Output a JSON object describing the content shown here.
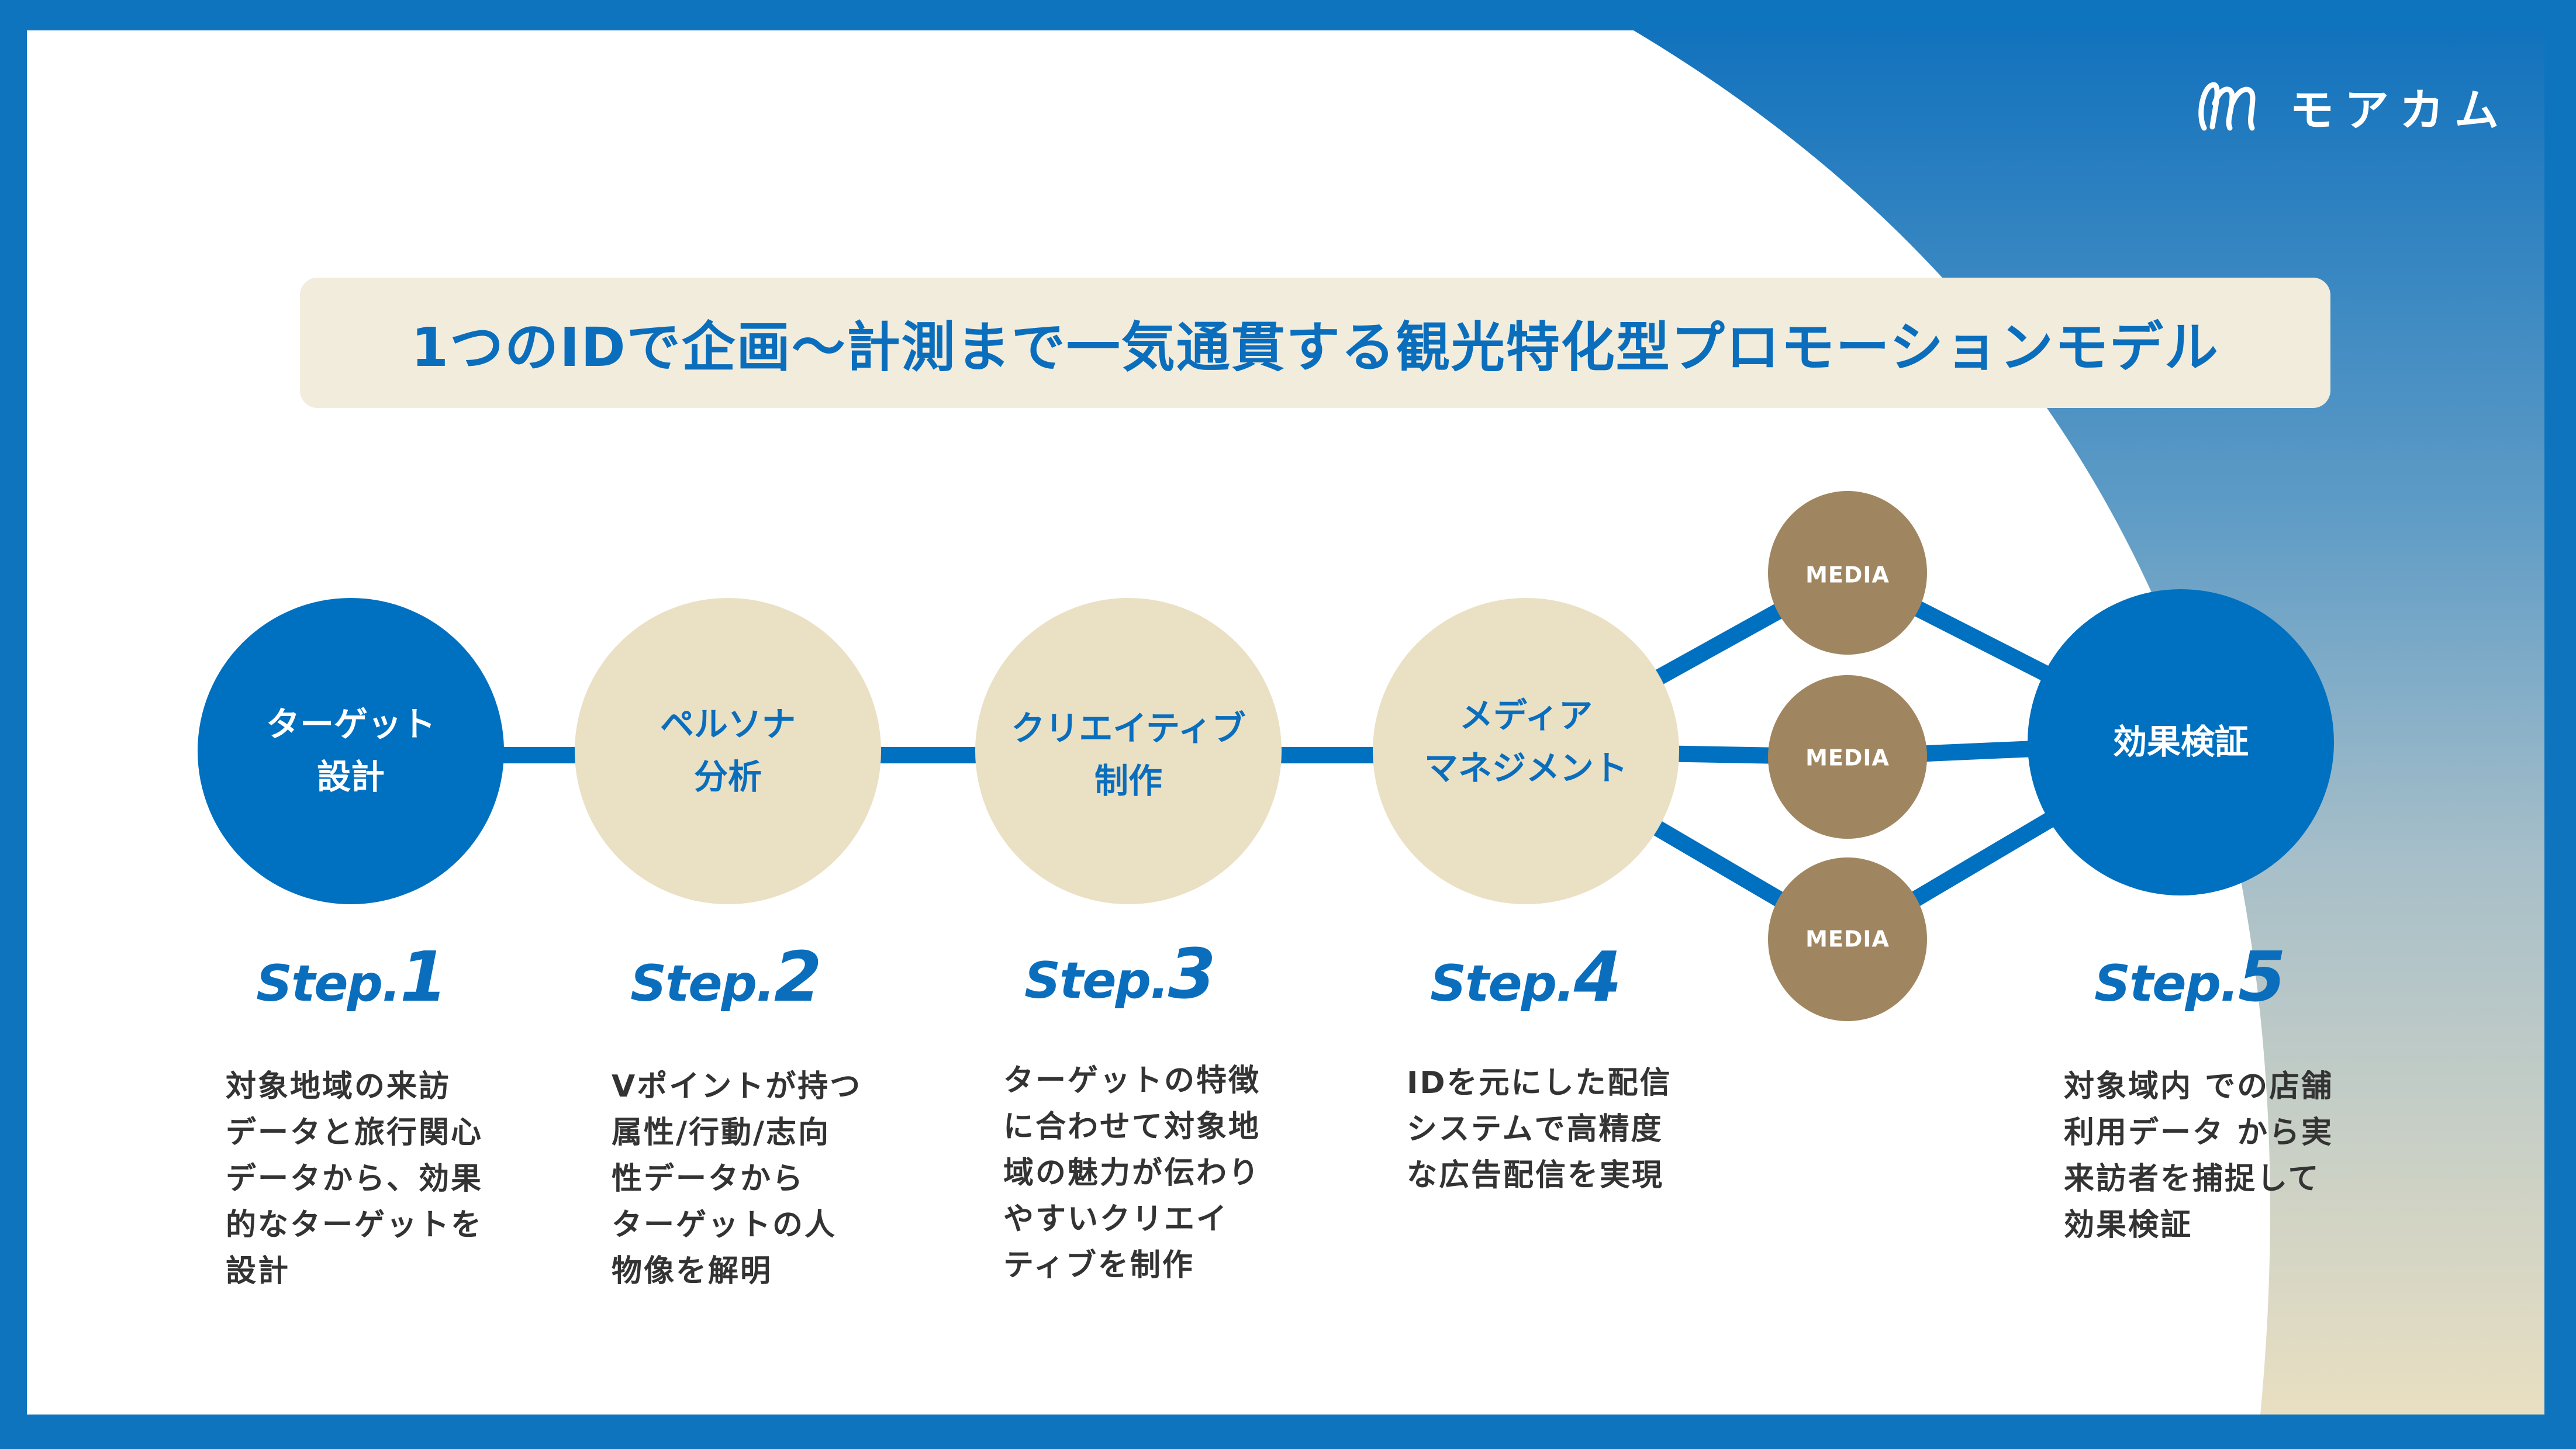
{
  "brand": {
    "logo_name": "moacom",
    "logo_text": "モアカム"
  },
  "title": "1つのIDで企画〜計測まで一気通貫する観光特化型プロモーションモデル",
  "colors": {
    "frame_blue": "#0e74be",
    "accent_blue": "#0070c0",
    "beige": "#eae0c4",
    "title_bg": "#f2ecdc",
    "media_brown": "#a08660",
    "text_dark": "#333333",
    "gradient_top": "#1272bd",
    "gradient_bottom": "#e9dfc2"
  },
  "steps": [
    {
      "node_lines": [
        "ターゲット",
        "設計"
      ],
      "step_word": "Step.",
      "step_number": "1",
      "description": "対象地域の来訪\nデータと旅行関心\nデータから、効果\n的なターゲットを\n設計"
    },
    {
      "node_lines": [
        "ペルソナ",
        "分析"
      ],
      "step_word": "Step.",
      "step_number": "2",
      "description": "Vポイントが持つ\n属性/行動/志向\n性データから\nターゲットの人\n物像を解明"
    },
    {
      "node_lines": [
        "クリエイティブ",
        "制作"
      ],
      "step_word": "Step.",
      "step_number": "3",
      "description": "ターゲットの特徴\nに合わせて対象地\n域の魅力が伝わり\nやすいクリエイ\nティブを制作"
    },
    {
      "node_lines": [
        "メディア",
        "マネジメント"
      ],
      "step_word": "Step.",
      "step_number": "4",
      "description": "IDを元にした配信\nシステムで高精度\nな広告配信を実現"
    },
    {
      "node_lines": [
        "効果検証"
      ],
      "step_word": "Step.",
      "step_number": "5",
      "description": "対象域内 での店舗\n利用データ から実\n来訪者を捕捉して\n効果検証"
    }
  ],
  "media_nodes": [
    {
      "label": "MEDIA"
    },
    {
      "label": "MEDIA"
    },
    {
      "label": "MEDIA"
    }
  ]
}
